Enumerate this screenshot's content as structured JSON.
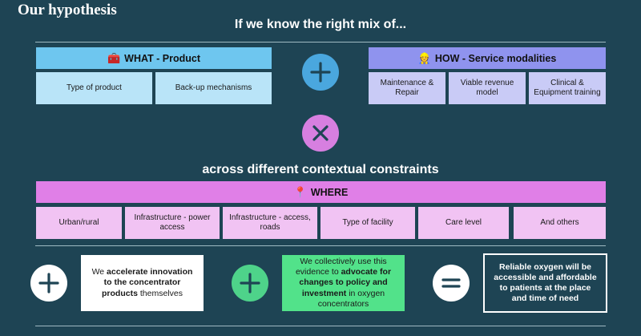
{
  "title": "Our hypothesis",
  "heading_mix": "If we know the right mix of...",
  "what": {
    "icon": "toolbox-icon",
    "header": "WHAT - Product",
    "items": [
      "Type of product",
      "Back-up mechanisms"
    ],
    "header_color": "#6ec6ef",
    "item_color": "#b9e4f8"
  },
  "how": {
    "icon": "person-icon",
    "header": "HOW - Service modalities",
    "items": [
      "Maintenance & Repair",
      "Viable revenue model",
      "Clinical & Equipment training"
    ],
    "header_color": "#8f93ee",
    "item_color": "#c9cbf6"
  },
  "heading_constraints": "across different contextual constraints",
  "where": {
    "icon": "pin-icon",
    "header": "WHERE",
    "items": [
      "Urban/rural",
      "Infrastructure - power access",
      "Infrastructure - access, roads",
      "Type of facility",
      "Care level",
      "And others"
    ],
    "header_color": "#e07fe7",
    "item_color": "#f1c3f3"
  },
  "cards": {
    "innovation": {
      "pre": "We ",
      "bold": "accelerate innovation to the concentrator products",
      "post": " themselves"
    },
    "evidence": {
      "pre": "We collectively use this evidence to ",
      "bold": "advocate for changes to policy and investment",
      "post": " in oxygen concentrators"
    },
    "result": "Reliable oxygen will be accessible and affordable to patients at the place and time of need"
  },
  "colors": {
    "background": "#1e4454",
    "plus_blue": "#4aa7de",
    "times_purple": "#d77fe0",
    "plus_green": "#4ed38a",
    "evidence_card": "#52e28a"
  }
}
